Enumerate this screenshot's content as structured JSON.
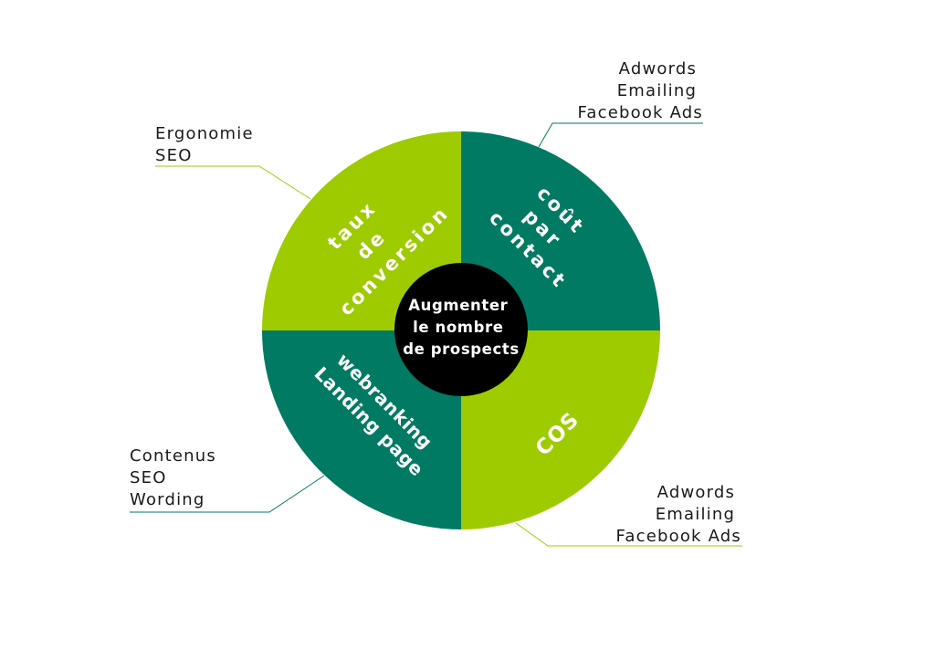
{
  "colors": {
    "light_green": "#9ecb00",
    "dark_green": "#007a62",
    "center": "#000000",
    "annotation_text": "#1a1a1a"
  },
  "center": {
    "lines": [
      "Augmenter",
      "le nombre",
      "de prospects"
    ]
  },
  "quadrants": {
    "top_left": {
      "lines": [
        "taux",
        "de",
        "conversion"
      ]
    },
    "top_right": {
      "lines": [
        "coût",
        "par",
        "contact"
      ]
    },
    "bottom_left": {
      "lines": [
        "webranking",
        "Landing page"
      ]
    },
    "bottom_right": {
      "lines": [
        "COS"
      ]
    }
  },
  "annotations": {
    "top_left": {
      "lines": [
        "Ergonomie",
        "SEO"
      ]
    },
    "top_right": {
      "lines": [
        "Adwords",
        "Emailing",
        "Facebook Ads"
      ]
    },
    "bottom_left": {
      "lines": [
        "Contenus",
        "SEO",
        "Wording"
      ]
    },
    "bottom_right": {
      "lines": [
        "Adwords",
        "Emailing",
        "Facebook Ads"
      ]
    }
  }
}
